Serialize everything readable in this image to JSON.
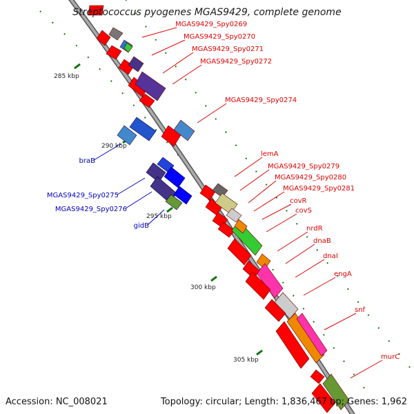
{
  "title": "Streptococcus pyogenes MGAS9429, complete genome",
  "footer": {
    "accession": "Accession: NC_008021",
    "topology": "Topology: circular; Length: 1,836,467 bp; Genes: 1,962"
  },
  "colors": {
    "forward_label": "#dd0000",
    "reverse_label": "#0000bb",
    "backbone": "#888888",
    "tick": "#117711"
  },
  "ticks": [
    {
      "label": "285 kbp"
    },
    {
      "label": "290 kbp"
    },
    {
      "label": "295 kbp"
    },
    {
      "label": "300 kbp"
    },
    {
      "label": "305 kbp"
    }
  ],
  "forward_labels": [
    "MGAS9429_Spy0269",
    "MGAS9429_Spy0270",
    "MGAS9429_Spy0271",
    "MGAS9429_Spy0272",
    "MGAS9429_Spy0274",
    "lemA",
    "MGAS9429_Spy0279",
    "MGAS9429_Spy0280",
    "MGAS9429_Spy0281",
    "covR",
    "covS",
    "nrdR",
    "dnaB",
    "dnaI",
    "engA",
    "snf",
    "murC"
  ],
  "reverse_labels": [
    "braB",
    "MGAS9429_Spy0275",
    "MGAS9429_Spy0276",
    "gidB"
  ]
}
